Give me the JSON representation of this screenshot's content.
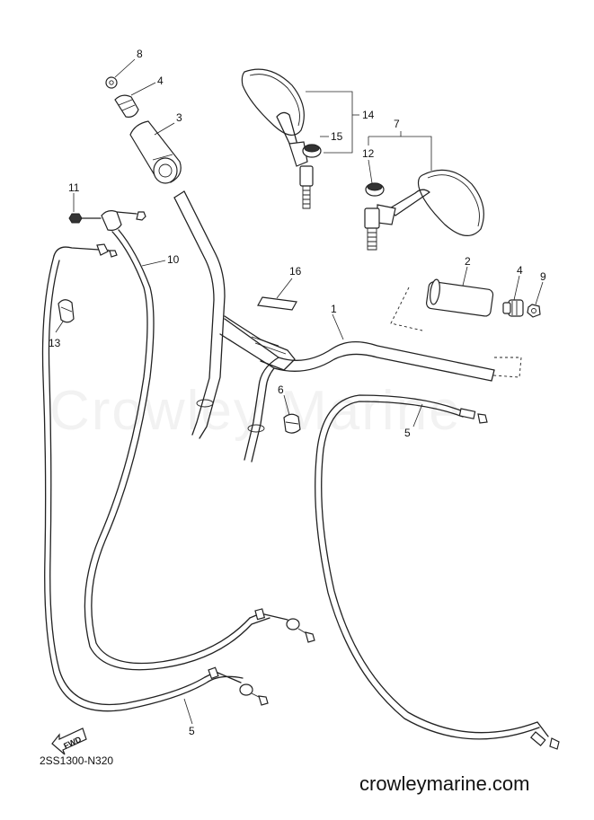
{
  "watermark": "Crowley Marine",
  "diagram_code": "2SS1300-N320",
  "site": "crowleymarine.com",
  "fwd_label": "FWD",
  "callouts": [
    "1",
    "2",
    "3",
    "4",
    "4",
    "5",
    "5",
    "6",
    "7",
    "8",
    "9",
    "10",
    "11",
    "12",
    "13",
    "14",
    "15",
    "16"
  ]
}
